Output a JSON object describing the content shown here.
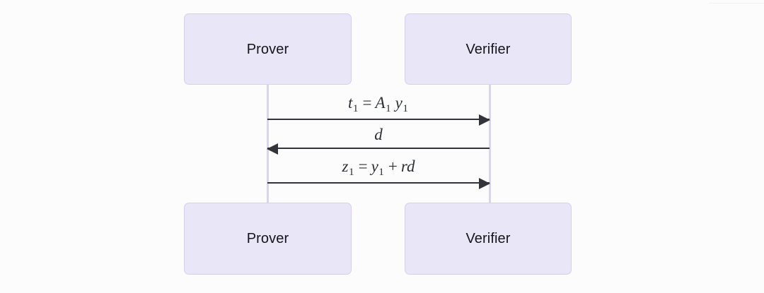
{
  "diagram": {
    "type": "sequence-diagram",
    "background_color": "#fcfcfd",
    "actor_box_fill": "#e8e6f7",
    "actor_box_border": "#d5d0f0",
    "lifeline_color": "#d9d4f2",
    "arrow_color": "#31353b",
    "actors": [
      {
        "id": "prover",
        "label": "Prover"
      },
      {
        "id": "verifier",
        "label": "Verifier"
      }
    ],
    "actors_bottom": [
      {
        "id": "prover-bottom",
        "label": "Prover"
      },
      {
        "id": "verifier-bottom",
        "label": "Verifier"
      }
    ],
    "messages": [
      {
        "index": 1,
        "from": "Prover",
        "to": "Verifier",
        "direction": "right",
        "label_plain": "t_1 = A_1 y_1",
        "parts": {
          "lhs": "t",
          "lhs_sub": "1",
          "eq": "=",
          "a": "A",
          "a_sub": "1",
          "y": "y",
          "y_sub": "1"
        }
      },
      {
        "index": 2,
        "from": "Verifier",
        "to": "Prover",
        "direction": "left",
        "label_plain": "d",
        "parts": {
          "lhs": "d"
        }
      },
      {
        "index": 3,
        "from": "Prover",
        "to": "Verifier",
        "direction": "right",
        "label_plain": "z_1 = y_1 + r d",
        "parts": {
          "lhs": "z",
          "lhs_sub": "1",
          "eq": "=",
          "y": "y",
          "y_sub": "1",
          "plus": "+",
          "r": "r",
          "d": "d"
        }
      }
    ]
  }
}
